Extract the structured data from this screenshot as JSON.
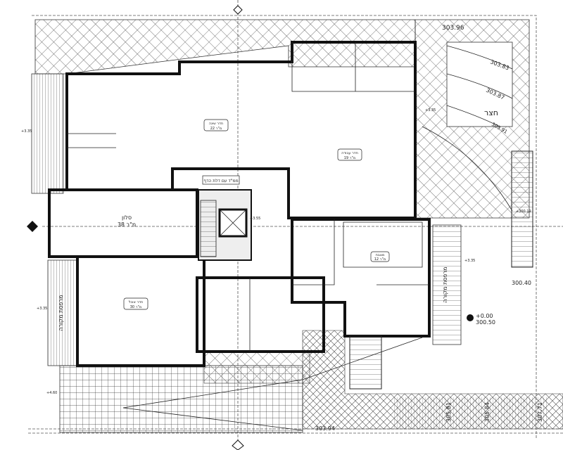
{
  "plan": {
    "courtyard_label": "חצר",
    "levels": {
      "courtyard_top": "303.96",
      "contour_1": "303.83",
      "contour_2": "303.87",
      "contour_3": "303.91",
      "right_stair": "300.40",
      "right_stair_top": "+300.19",
      "datum_rel": "+0.00",
      "datum_abs": "300.50",
      "bottom_1": "305.81",
      "bottom_2": "305.84",
      "bottom_3": "307.71",
      "bottom_herringbone": "303.94",
      "left_1": "+3.35",
      "left_2": "+3.35",
      "left_3": "+4.60",
      "right_1": "+3.35",
      "right_2": "+3.35",
      "stair_hall": "+3.55"
    },
    "rooms": {
      "living": {
        "name": "סלון",
        "area": "38 מ\"ר"
      },
      "upper_hall": {
        "name": "חדר שינה",
        "area": "22 מ\"ר"
      },
      "right_hall": {
        "name": "חדר עבודה",
        "area": "19 מ\"ר"
      },
      "lower_left": {
        "name": "חדר אוכל",
        "area": "30 מ\"ר"
      },
      "kitchen": {
        "name": "מטבח",
        "area": "12 מ\"ר"
      },
      "safe_room_note": "ממ\"ד עם דלת הדף",
      "right_balcony": "מרפסת מקורה",
      "left_balcony": "מרפסת מקורה"
    }
  }
}
